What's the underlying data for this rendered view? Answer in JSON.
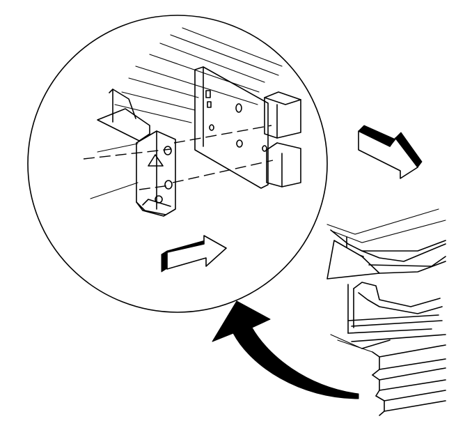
{
  "figure": {
    "background": "#ffffff",
    "line_color": "#000000",
    "elements": [
      "detail-circle",
      "frame-rail",
      "bracket",
      "alignment-lines",
      "direction-arrow-right",
      "direction-arrow-down-right",
      "curved-pointer-arrow",
      "vehicle-frame-section"
    ]
  }
}
